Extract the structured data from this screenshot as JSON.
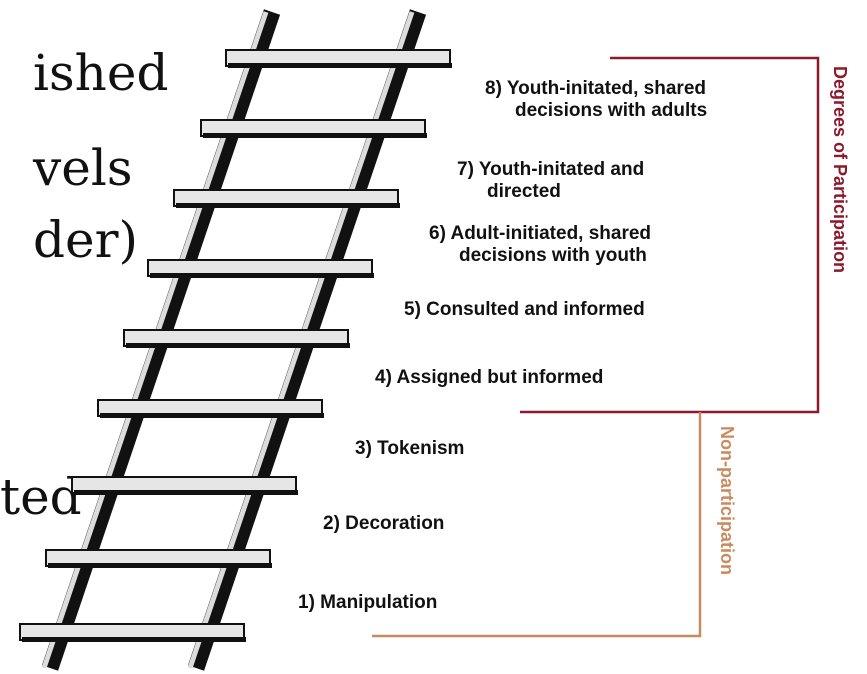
{
  "slide_text": {
    "line1": "ished",
    "line2": "vels",
    "line3": "der)",
    "line4": "ted"
  },
  "rungs": [
    {
      "level": 1,
      "label": "1) Manipulation"
    },
    {
      "level": 2,
      "label": "2) Decoration"
    },
    {
      "level": 3,
      "label": "3) Tokenism"
    },
    {
      "level": 4,
      "label": "4) Assigned but informed"
    },
    {
      "level": 5,
      "label": "5) Consulted and informed"
    },
    {
      "level": 6,
      "label": "6) Adult-initiated, shared",
      "label2": "decisions with youth"
    },
    {
      "level": 7,
      "label": "7) Youth-initated and",
      "label2": "directed"
    },
    {
      "level": 8,
      "label": "8) Youth-initated, shared",
      "label2": "decisions with adults"
    }
  ],
  "groups": {
    "participation": {
      "label": "Degrees of Participation",
      "color": "#8b1a2b"
    },
    "non_participation": {
      "label": "Non-participation",
      "color": "#c98a5e"
    }
  },
  "colors": {
    "rail": "#111111",
    "rung_fill": "#e6e6e6",
    "rung_stroke": "#111111",
    "text": "#111111"
  }
}
